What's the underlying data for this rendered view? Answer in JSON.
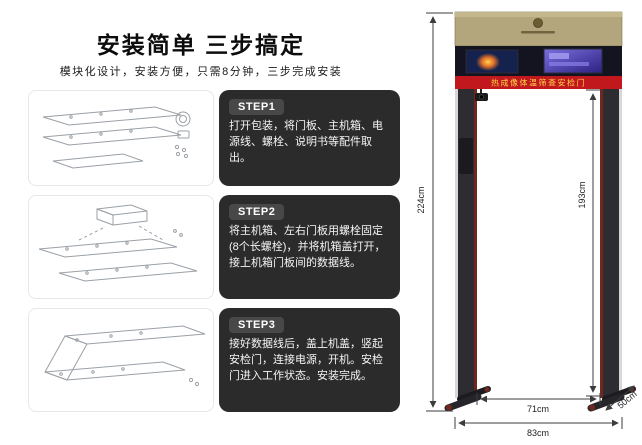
{
  "header": {
    "title": "安装简单 三步搞定",
    "subtitle": "模块化设计，安装方便，只需8分钟，三步完成安装"
  },
  "steps": [
    {
      "label": "STEP1",
      "text": "打开包装，将门板、主机箱、电源线、螺栓、说明书等配件取出。"
    },
    {
      "label": "STEP2",
      "text": "将主机箱、左右门板用螺栓固定(8个长螺栓)，并将机箱盖打开，接上机箱门板间的数据线。"
    },
    {
      "label": "STEP3",
      "text": "接好数据线后，盖上机盖，竖起安检门，连接电源，开机。安检门进入工作状态。安装完成。"
    }
  ],
  "gate": {
    "banner": "热成像体温筛查安检门",
    "dimensions": {
      "overall_height": "224cm",
      "inner_height": "193cm",
      "foot_depth": "50cm",
      "inner_width": "71cm",
      "overall_width": "83cm"
    },
    "colors": {
      "banner_bg": "#c0181c",
      "banner_text": "#ffd24a",
      "header_tan": "#b3a67c",
      "column_maroon": "#70281e"
    }
  }
}
